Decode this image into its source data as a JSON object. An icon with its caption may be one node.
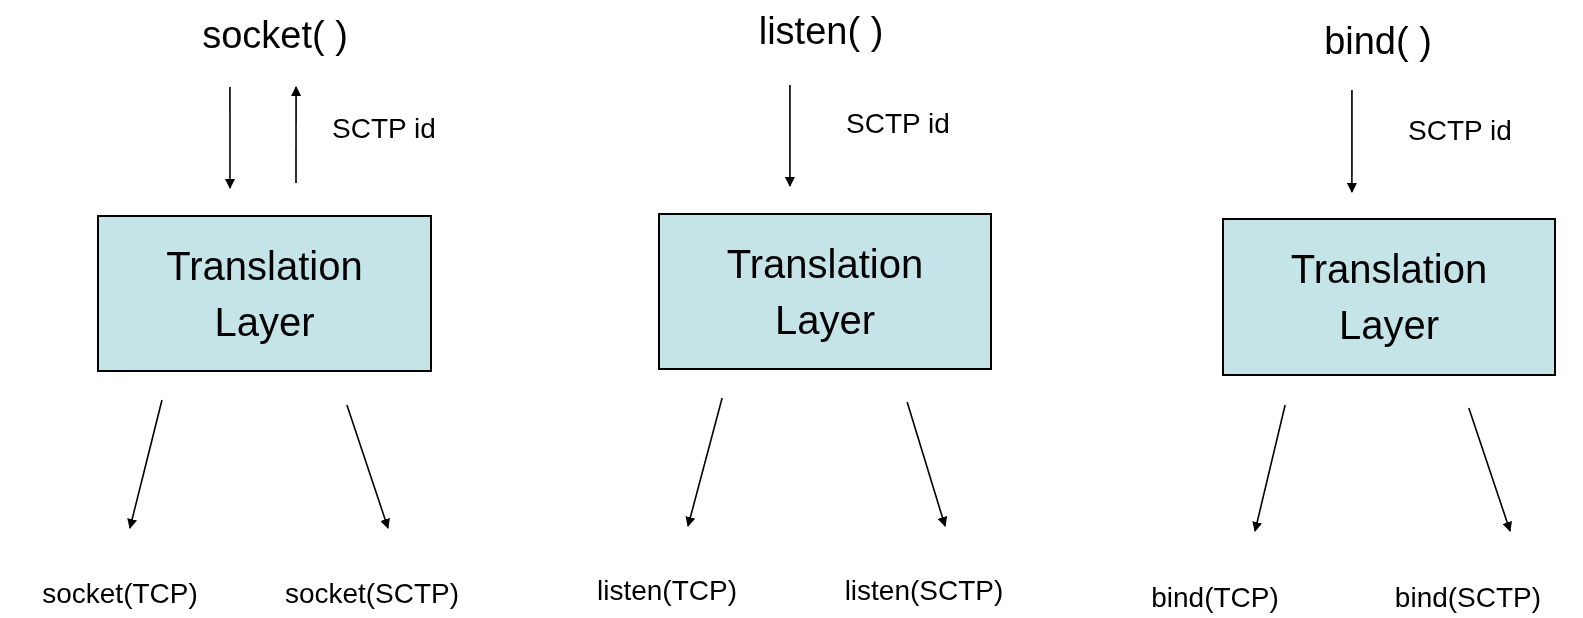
{
  "diagram": {
    "nodes": [
      {
        "text": [
          "socket( )"
        ]
      },
      {
        "text": [
          "Translation Layer"
        ]
      },
      {
        "text": [
          "socket(TCP)"
        ]
      },
      {
        "text": [
          "socket(SCTP)"
        ]
      },
      {
        "text": [
          "listen( )"
        ]
      },
      {
        "text": [
          "Translation Layer"
        ]
      },
      {
        "text": [
          "listen(TCP)"
        ]
      },
      {
        "text": [
          "listen(SCTP)"
        ]
      },
      {
        "text": [
          "bind( )"
        ]
      },
      {
        "text": [
          "Translation Layer"
        ]
      },
      {
        "text": [
          "bind(TCP)"
        ]
      },
      {
        "text": [
          "bind(SCTP)"
        ]
      }
    ],
    "edges": [
      {
        "from": 0,
        "to": 1,
        "arrow": "to"
      },
      {
        "from": 1,
        "to": 0,
        "arrow": "to",
        "label": "SCTP id"
      },
      {
        "from": 1,
        "to": 2,
        "arrow": "to"
      },
      {
        "from": 1,
        "to": 3,
        "arrow": "to"
      },
      {
        "from": 4,
        "to": 5,
        "arrow": "to",
        "label": "SCTP id"
      },
      {
        "from": 5,
        "to": 6,
        "arrow": "to"
      },
      {
        "from": 5,
        "to": 7,
        "arrow": "to"
      },
      {
        "from": 8,
        "to": 9,
        "arrow": "to",
        "label": "SCTP id"
      },
      {
        "from": 9,
        "to": 10,
        "arrow": "to"
      },
      {
        "from": 9,
        "to": 11,
        "arrow": "to"
      }
    ]
  }
}
